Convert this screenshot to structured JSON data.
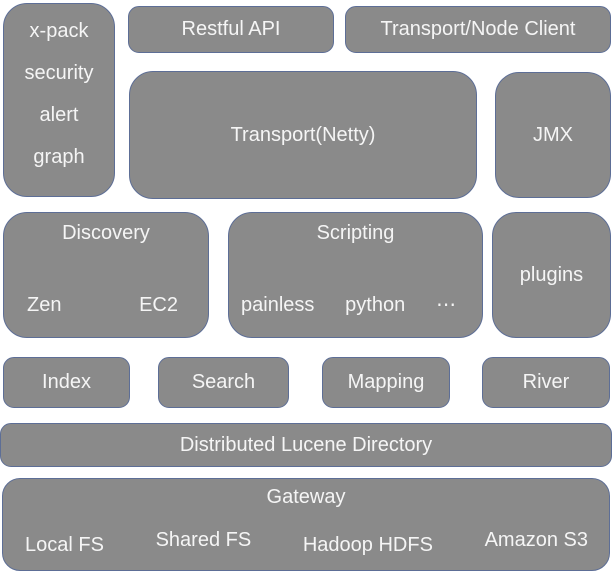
{
  "colors": {
    "background": "#ffffff",
    "box_fill": "#8a8a8a",
    "box_border": "#5d6e96",
    "text": "#f5f5f5"
  },
  "diagram": {
    "xpack": {
      "lines": [
        "x-pack",
        "security",
        "alert",
        "graph"
      ]
    },
    "restful_api": {
      "label": "Restful API"
    },
    "transport_node_client": {
      "label": "Transport/Node Client"
    },
    "transport_netty": {
      "label": "Transport(Netty)"
    },
    "jmx": {
      "label": "JMX"
    },
    "discovery": {
      "title": "Discovery",
      "items": [
        "Zen",
        "EC2"
      ]
    },
    "scripting": {
      "title": "Scripting",
      "items": [
        "painless",
        "python",
        "⋯"
      ]
    },
    "plugins": {
      "label": "plugins"
    },
    "index": {
      "label": "Index"
    },
    "search": {
      "label": "Search"
    },
    "mapping": {
      "label": "Mapping"
    },
    "river": {
      "label": "River"
    },
    "distributed_lucene_directory": {
      "label": "Distributed Lucene Directory"
    },
    "gateway": {
      "title": "Gateway",
      "items": [
        "Local FS",
        "Shared FS",
        "Hadoop HDFS",
        "Amazon S3"
      ]
    }
  }
}
